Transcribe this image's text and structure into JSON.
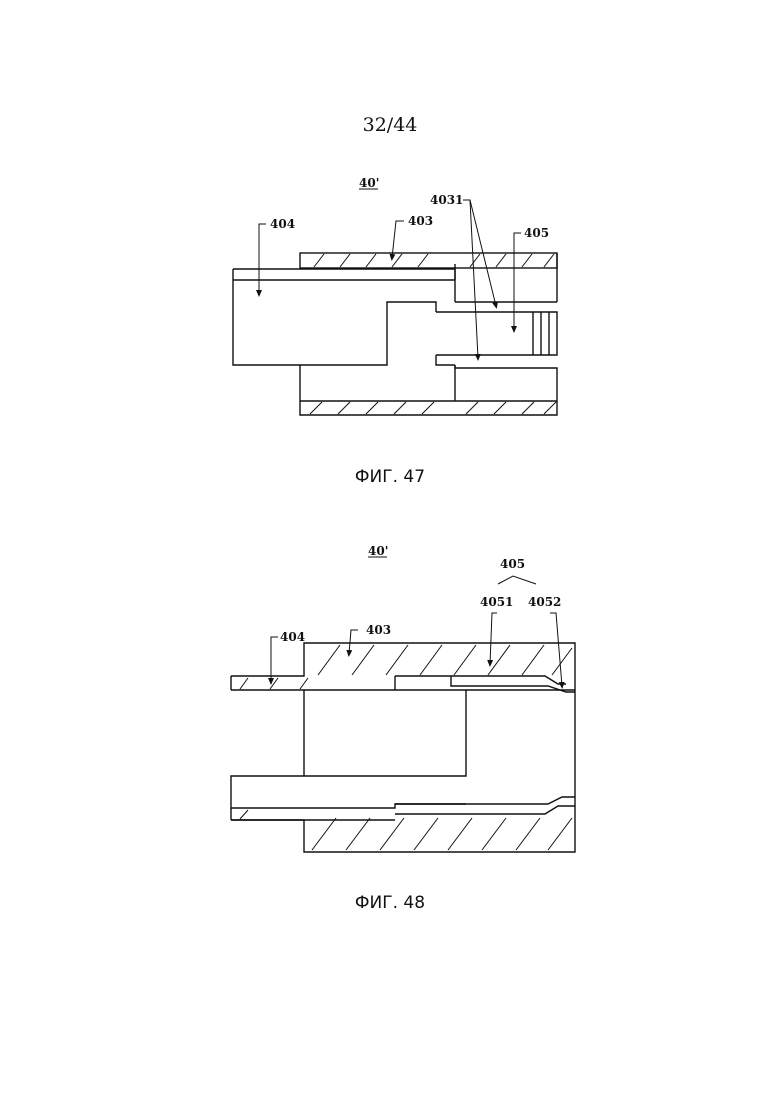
{
  "page": {
    "number": "32/44"
  },
  "figures": [
    {
      "caption": "ФИГ. 47",
      "title": "40'",
      "labels": {
        "l404": "404",
        "l403": "403",
        "l4031": "4031",
        "l405": "405"
      }
    },
    {
      "caption": "ФИГ. 48",
      "title": "40'",
      "labels": {
        "l404": "404",
        "l403": "403",
        "l405": "405",
        "l4051": "4051",
        "l4052": "4052"
      }
    }
  ]
}
